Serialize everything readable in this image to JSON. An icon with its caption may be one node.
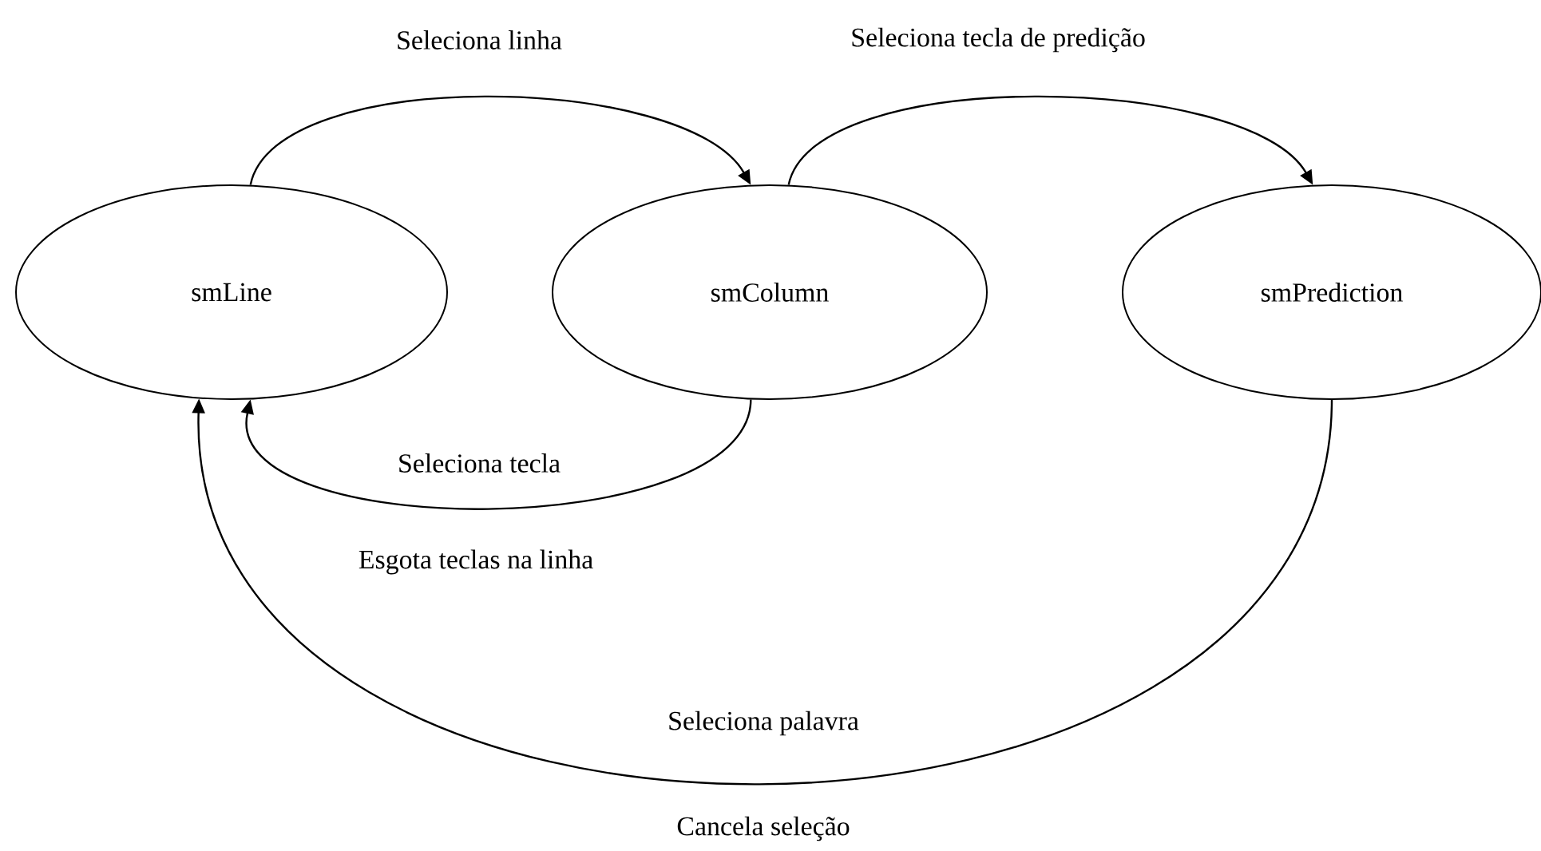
{
  "diagram": {
    "nodes": [
      {
        "text": [
          "smLine"
        ]
      },
      {
        "text": [
          "smColumn"
        ]
      },
      {
        "text": [
          "smPrediction"
        ]
      }
    ],
    "edges": [
      {
        "from": 0,
        "to": 1,
        "arrow": "to",
        "label": "Seleciona linha"
      },
      {
        "from": 1,
        "to": 2,
        "arrow": "to",
        "label": "Seleciona tecla de predição"
      },
      {
        "from": 1,
        "to": 0,
        "arrow": "to",
        "label": "Seleciona tecla"
      },
      {
        "from": 2,
        "to": 0,
        "arrow": "to",
        "label": "Seleciona palavra"
      }
    ],
    "labels": [
      "Esgota teclas na linha",
      "Cancela seleção"
    ]
  }
}
